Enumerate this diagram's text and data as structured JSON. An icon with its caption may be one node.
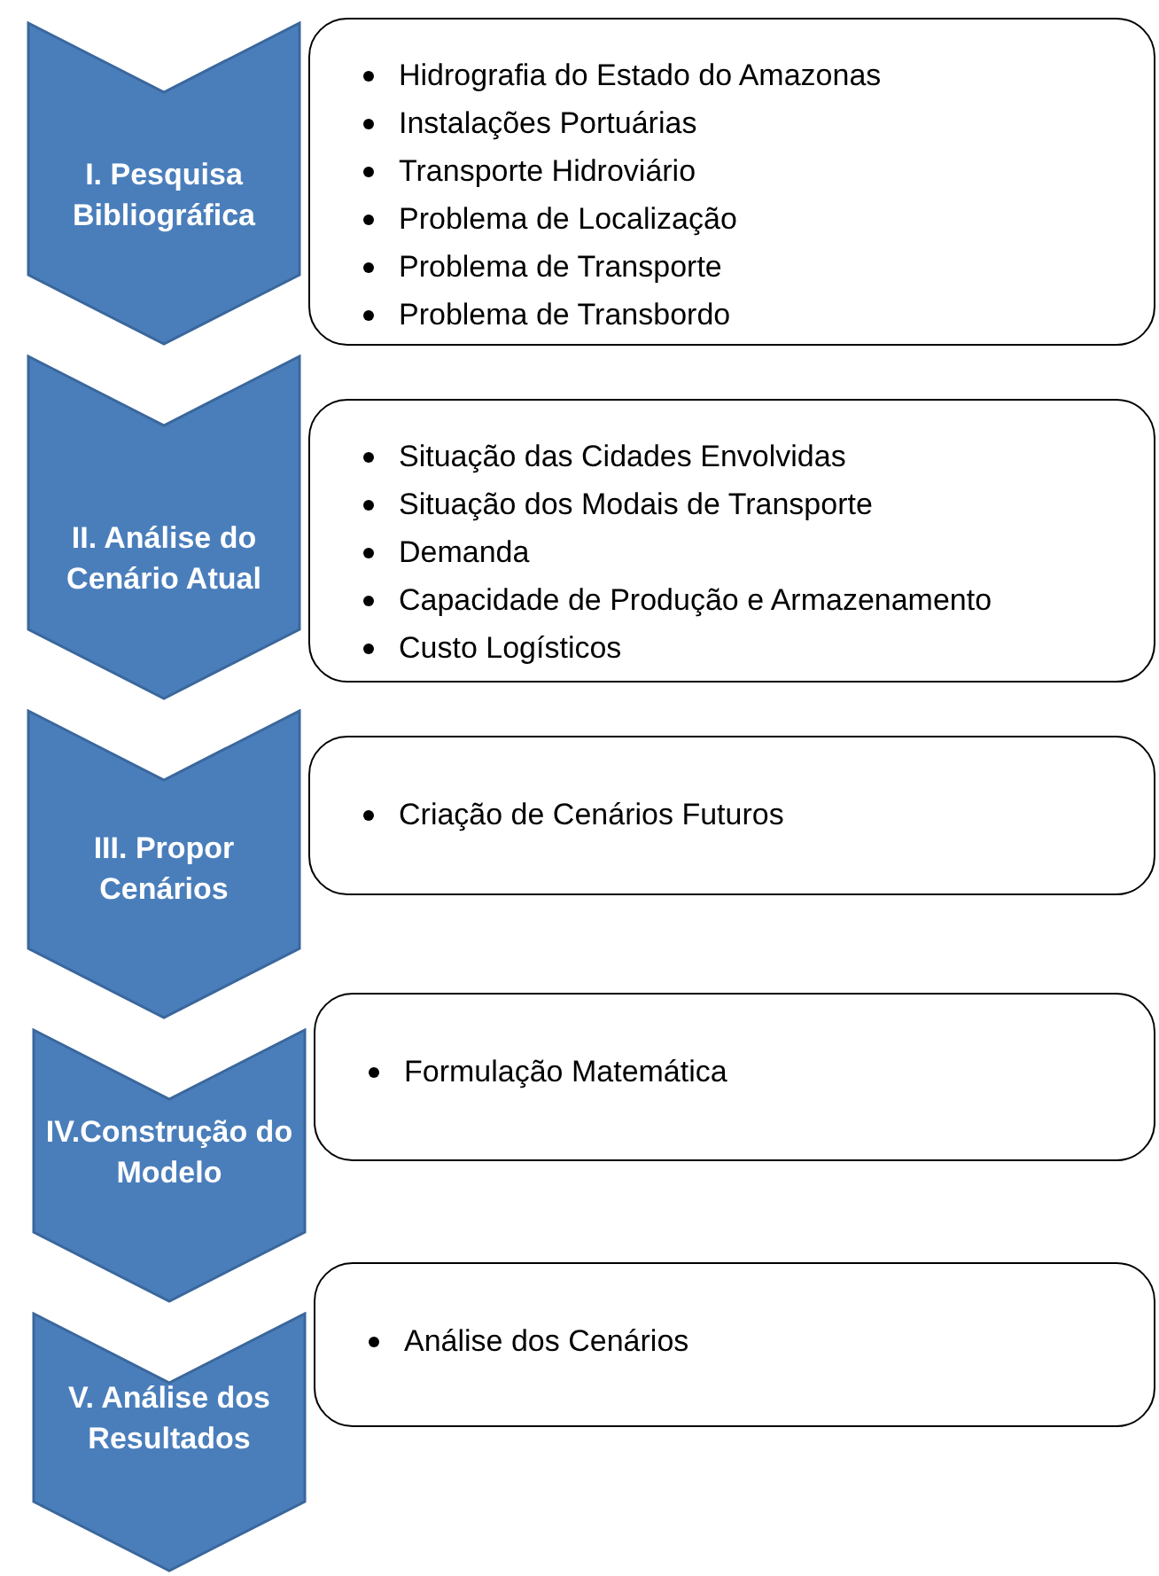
{
  "diagram": {
    "nodes": [
      {
        "text": [
          "I. Pesquisa Bibliográfica"
        ]
      },
      {
        "text": [
          "Hidrografia do Estado do Amazonas",
          "Instalações Portuárias",
          "Transporte Hidroviário",
          "Problema de Localização",
          "Problema de Transporte",
          "Problema de Transbordo"
        ]
      },
      {
        "text": [
          "II. Análise do Cenário Atual"
        ]
      },
      {
        "text": [
          "Situação das Cidades Envolvidas",
          "Situação dos Modais de Transporte",
          "Demanda",
          "Capacidade de Produção e Armazenamento",
          "Custo Logísticos"
        ]
      },
      {
        "text": [
          "III. Propor Cenários"
        ]
      },
      {
        "text": [
          "Criação de Cenários Futuros"
        ]
      },
      {
        "text": [
          "IV.Construção do Modelo"
        ]
      },
      {
        "text": [
          "Formulação Matemática"
        ]
      },
      {
        "text": [
          "V. Análise dos Resultados"
        ]
      },
      {
        "text": [
          "Análise dos Cenários"
        ]
      }
    ]
  }
}
